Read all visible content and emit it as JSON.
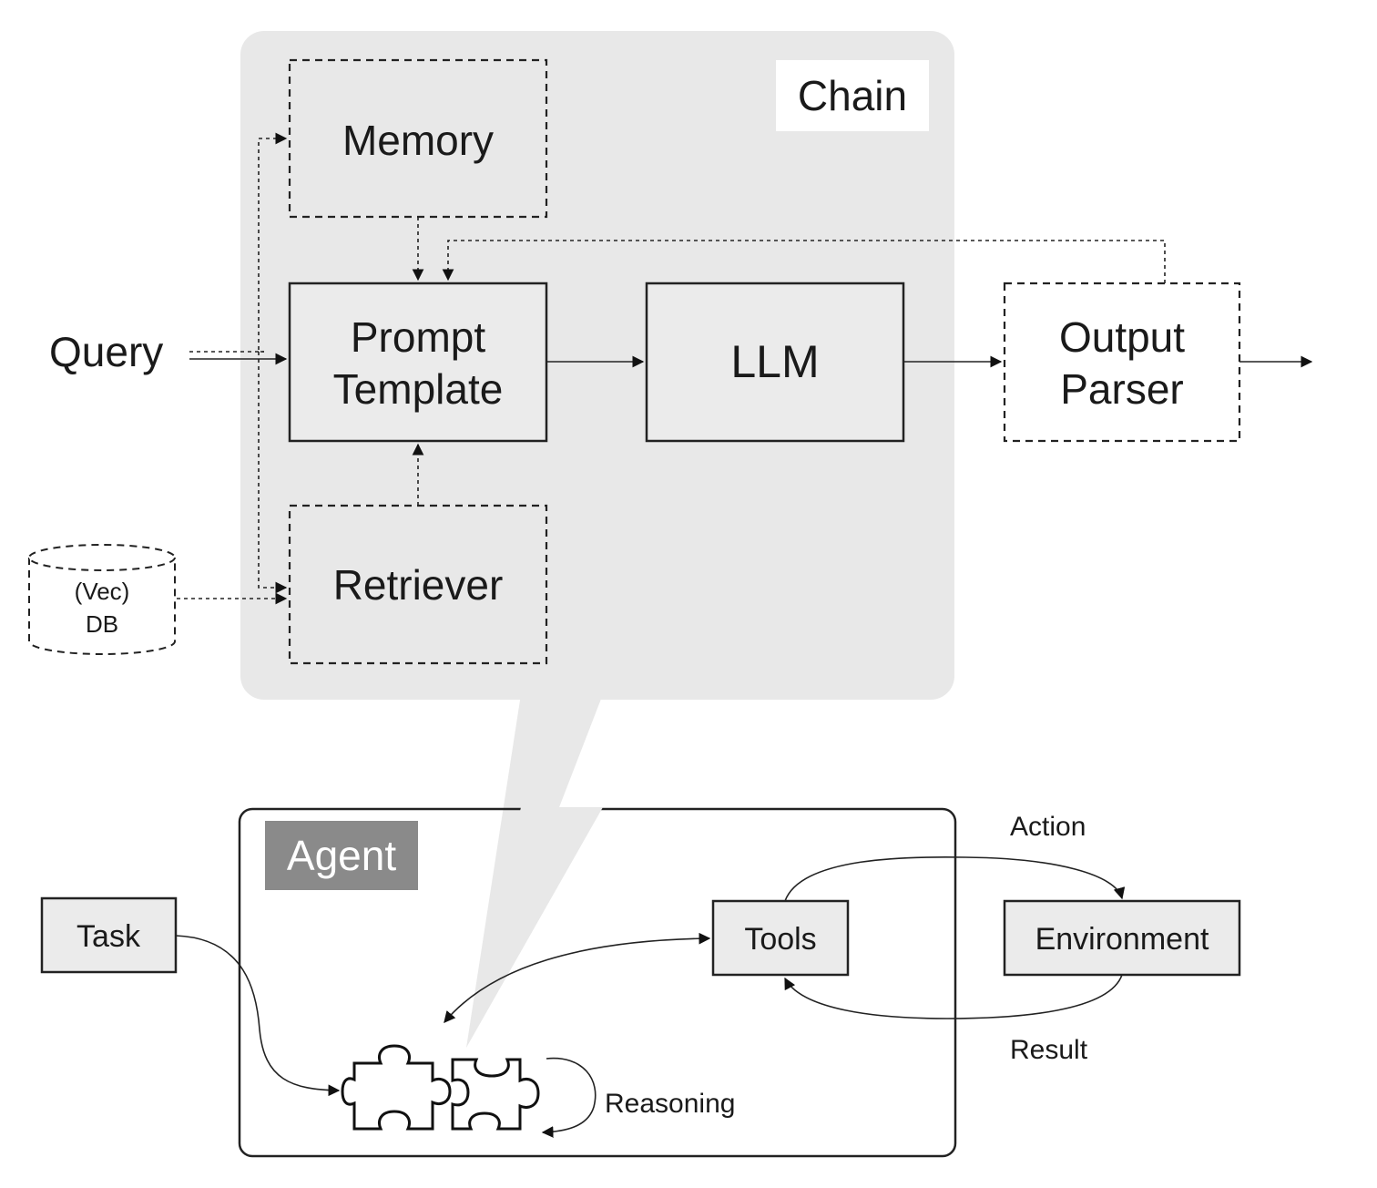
{
  "chain": {
    "title": "Chain",
    "memory": "Memory",
    "prompt_template": [
      "Prompt",
      "Template"
    ],
    "llm": "LLM",
    "retriever": "Retriever",
    "output_parser": [
      "Output",
      "Parser"
    ],
    "query": "Query",
    "vecdb": [
      "(Vec)",
      "DB"
    ]
  },
  "agent": {
    "title": "Agent",
    "task": "Task",
    "tools": "Tools",
    "environment": "Environment",
    "action": "Action",
    "result": "Result",
    "reasoning": "Reasoning"
  },
  "colors": {
    "chain_panel": "#e8e8e8",
    "box_fill": "#ebebeb",
    "agent_badge": "#8a8a8a",
    "stroke": "#222222"
  }
}
